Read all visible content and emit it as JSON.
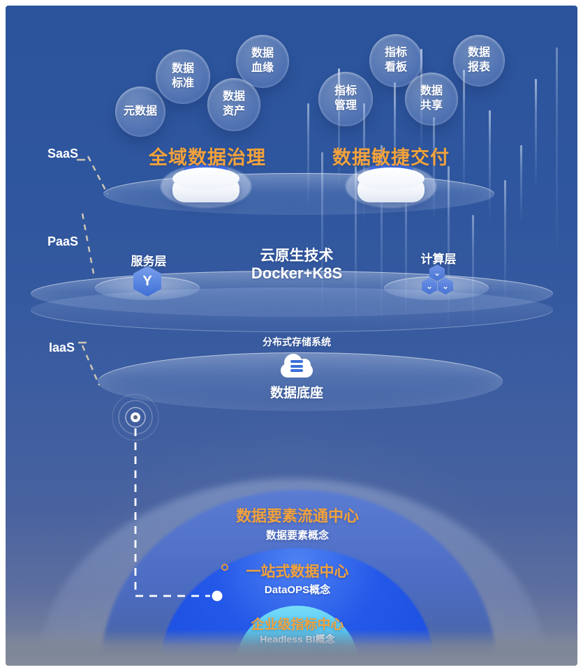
{
  "layers": {
    "saas": {
      "label": "SaaS",
      "title_left": "全域数据治理",
      "title_right": "数据敏捷交付"
    },
    "paas": {
      "label": "PaaS",
      "service_label": "服务层",
      "center_title": "云原生技术",
      "center_subtitle": "Docker+K8S",
      "compute_label": "计算层"
    },
    "iaas": {
      "label": "IaaS",
      "storage_title": "分布式存储系统",
      "base_label": "数据底座"
    }
  },
  "bubbles_left": [
    {
      "label": "元数据"
    },
    {
      "label": "数据\n标准"
    },
    {
      "label": "数据\n血缘"
    },
    {
      "label": "数据\n资产"
    }
  ],
  "bubbles_right": [
    {
      "label": "指标\n管理"
    },
    {
      "label": "指标\n看板"
    },
    {
      "label": "数据\n共享"
    },
    {
      "label": "数据\n报表"
    }
  ],
  "rings": [
    {
      "title": "数据要素流通中心",
      "subtitle": "数据要素概念"
    },
    {
      "title": "一站式数据中心",
      "subtitle": "DataOPS概念"
    },
    {
      "title": "企业级指标中心",
      "subtitle": "Headless BI概念"
    }
  ],
  "icons": {
    "service_glyph": "Y",
    "compute_glyph": "⌄"
  },
  "colors": {
    "accent_orange": "#F2A23C",
    "background_blue": "#2B549C",
    "medium_dome_blue": "#4C6CC2",
    "bright_dome_blue": "#2458E8",
    "cyan_dome": "#46BCEE",
    "gray_band": "#7E8798"
  }
}
